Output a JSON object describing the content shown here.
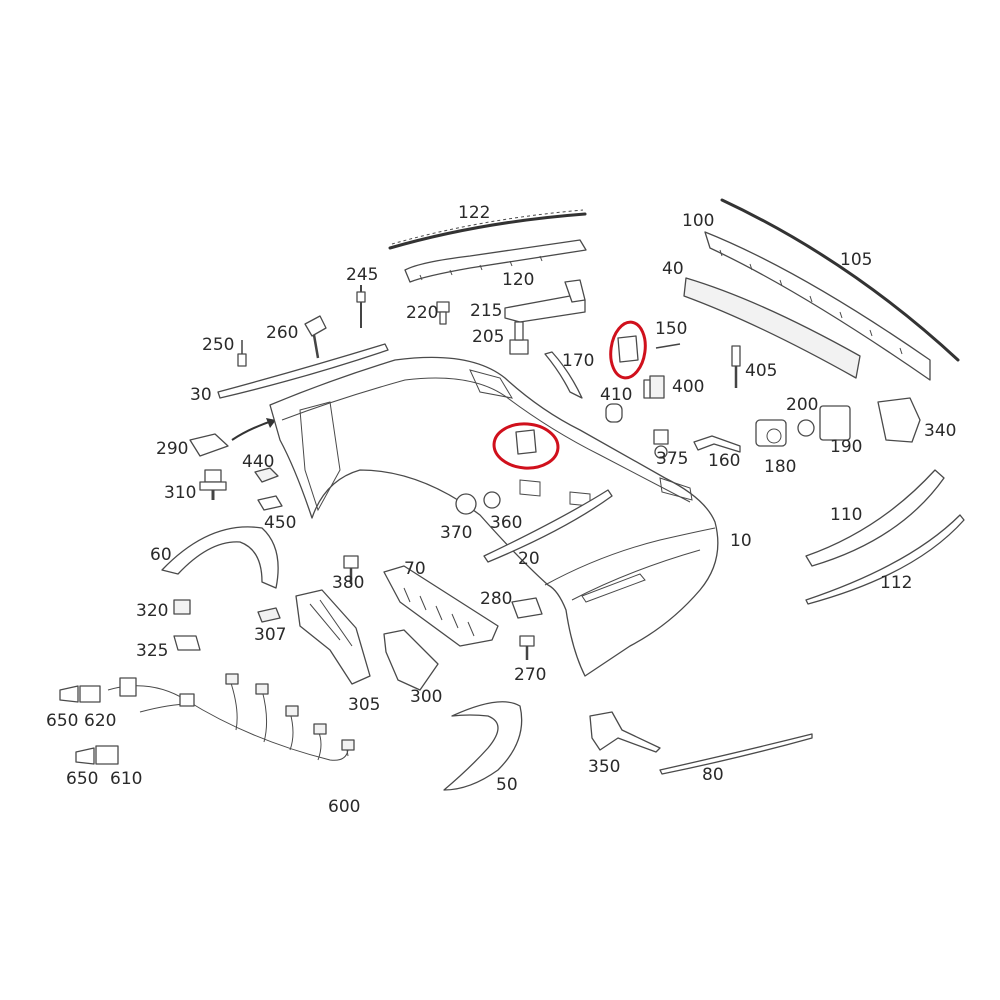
{
  "callouts": {
    "p10": "10",
    "p20": "20",
    "p30": "30",
    "p40": "40",
    "p50": "50",
    "p60": "60",
    "p70": "70",
    "p80": "80",
    "p100": "100",
    "p105": "105",
    "p110": "110",
    "p112": "112",
    "p120": "120",
    "p122": "122",
    "p150": "150",
    "p160": "160",
    "p170": "170",
    "p180": "180",
    "p190": "190",
    "p200": "200",
    "p205": "205",
    "p215": "215",
    "p220": "220",
    "p245": "245",
    "p250": "250",
    "p260": "260",
    "p270": "270",
    "p280": "280",
    "p290": "290",
    "p300": "300",
    "p305": "305",
    "p307": "307",
    "p310": "310",
    "p320": "320",
    "p325": "325",
    "p340": "340",
    "p350": "350",
    "p360": "360",
    "p370": "370",
    "p375": "375",
    "p380": "380",
    "p400": "400",
    "p405": "405",
    "p410": "410",
    "p440": "440",
    "p450": "450",
    "p600": "600",
    "p610": "610",
    "p620": "620",
    "p650a": "650",
    "p650b": "650"
  },
  "colors": {
    "background": "#ffffff",
    "line": "#4a4a4a",
    "label": "#2a2a2a",
    "highlight": "#d0101c"
  }
}
